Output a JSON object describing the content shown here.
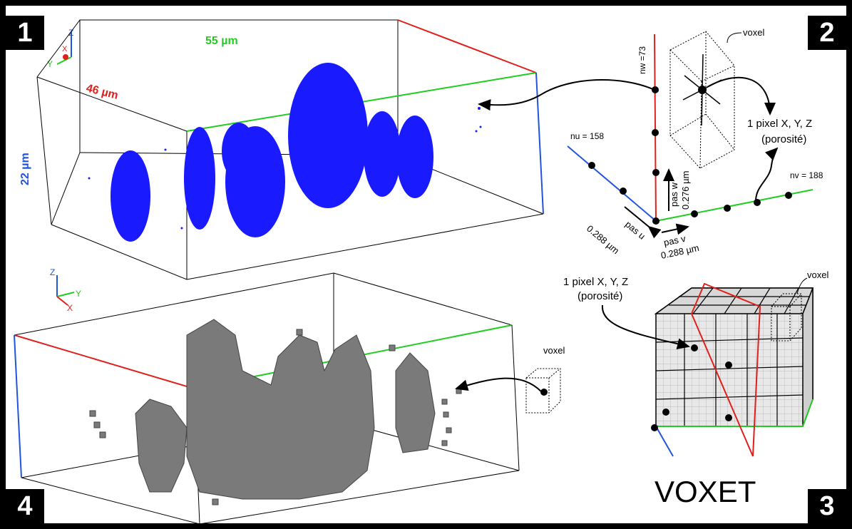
{
  "panels": {
    "p1": {
      "badge": "1",
      "dim_x": "55 µm",
      "dim_y": "46 µm",
      "dim_z": "22 µm",
      "axis_labels": [
        "Z",
        "Y",
        "X"
      ],
      "point_color": "#1a1aff"
    },
    "p2": {
      "badge": "2",
      "nw": "nw =73",
      "nu": "nu = 158",
      "nv": "nv = 188",
      "voxel": "voxel",
      "pixel_line1": "1 pixel X, Y, Z",
      "pixel_line2": "(porosité)",
      "pas_w_1": "pas w",
      "pas_w_2": "0.276 µm",
      "pas_u_1": "pas u",
      "pas_u_2": "0.288 µm",
      "pas_v_1": "pas v",
      "pas_v_2": "0.288 µm"
    },
    "p3": {
      "badge": "3",
      "pixel_line1": "1 pixel X, Y, Z",
      "pixel_line2": "(porosité)",
      "voxel": "voxel",
      "title": "VOXET"
    },
    "p4": {
      "badge": "4",
      "voxel": "voxel",
      "axis_labels": [
        "Z",
        "Y",
        "X"
      ]
    }
  },
  "colors": {
    "x_axis": "#e0201c",
    "y_axis": "#22cc22",
    "z_axis": "#2255dd",
    "voxel_fill": "#7a7a7a"
  }
}
